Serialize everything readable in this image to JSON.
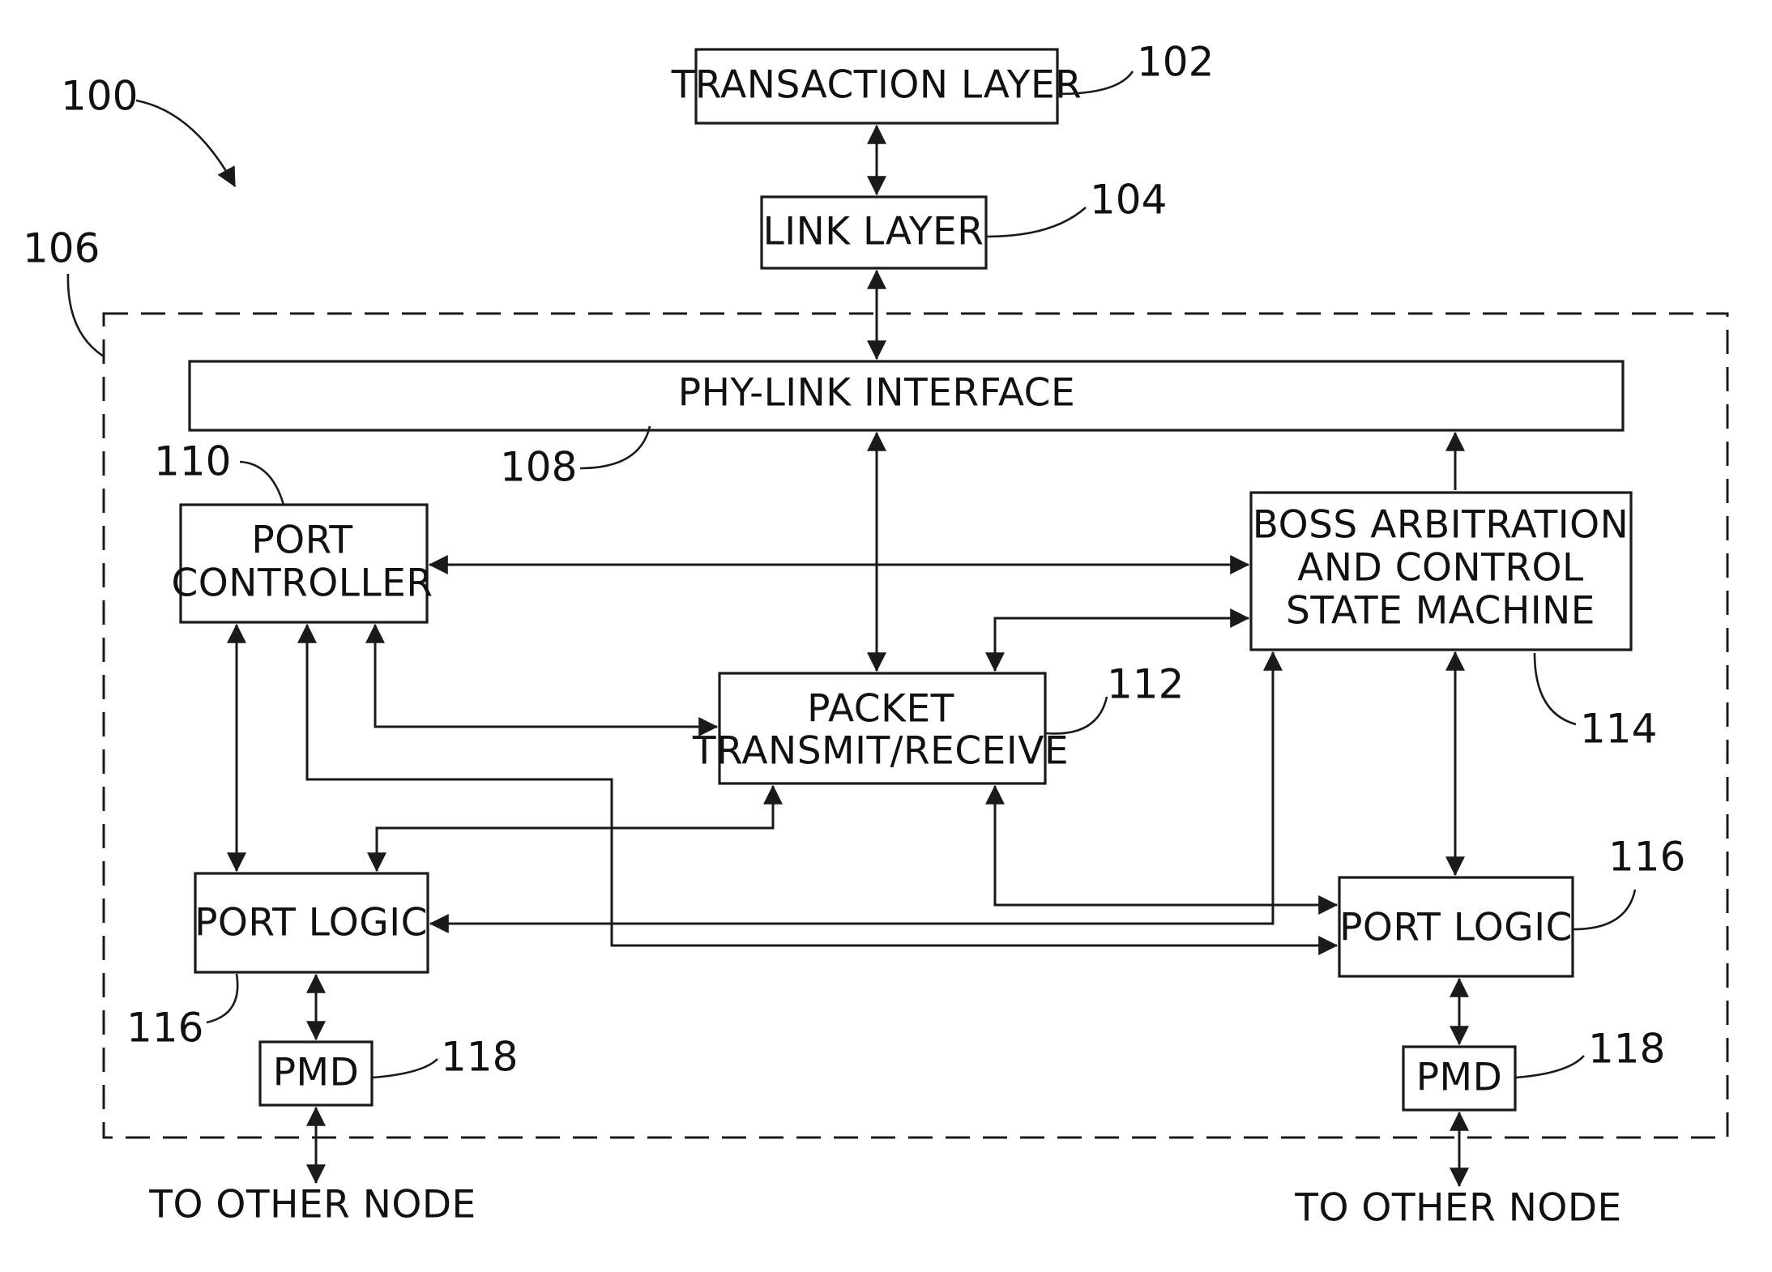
{
  "figure": {
    "ref_system": "100",
    "ref_phy": "106"
  },
  "transaction_layer": {
    "label": "TRANSACTION LAYER",
    "ref": "102"
  },
  "link_layer": {
    "label": "LINK LAYER",
    "ref": "104"
  },
  "phy_link_interface": {
    "label": "PHY-LINK INTERFACE",
    "ref": "108"
  },
  "port_controller": {
    "line1": "PORT",
    "line2": "CONTROLLER",
    "ref": "110"
  },
  "packet_tx_rx": {
    "line1": "PACKET",
    "line2": "TRANSMIT/RECEIVE",
    "ref": "112"
  },
  "boss_arbitration": {
    "line1": "BOSS ARBITRATION",
    "line2": "AND CONTROL",
    "line3": "STATE MACHINE",
    "ref": "114"
  },
  "port_logic_left": {
    "label": "PORT LOGIC",
    "ref": "116"
  },
  "port_logic_right": {
    "label": "PORT LOGIC",
    "ref": "116"
  },
  "pmd_left": {
    "label": "PMD",
    "ref": "118"
  },
  "pmd_right": {
    "label": "PMD",
    "ref": "118"
  },
  "external_left": {
    "label": "TO OTHER NODE"
  },
  "external_right": {
    "label": "TO OTHER NODE"
  }
}
